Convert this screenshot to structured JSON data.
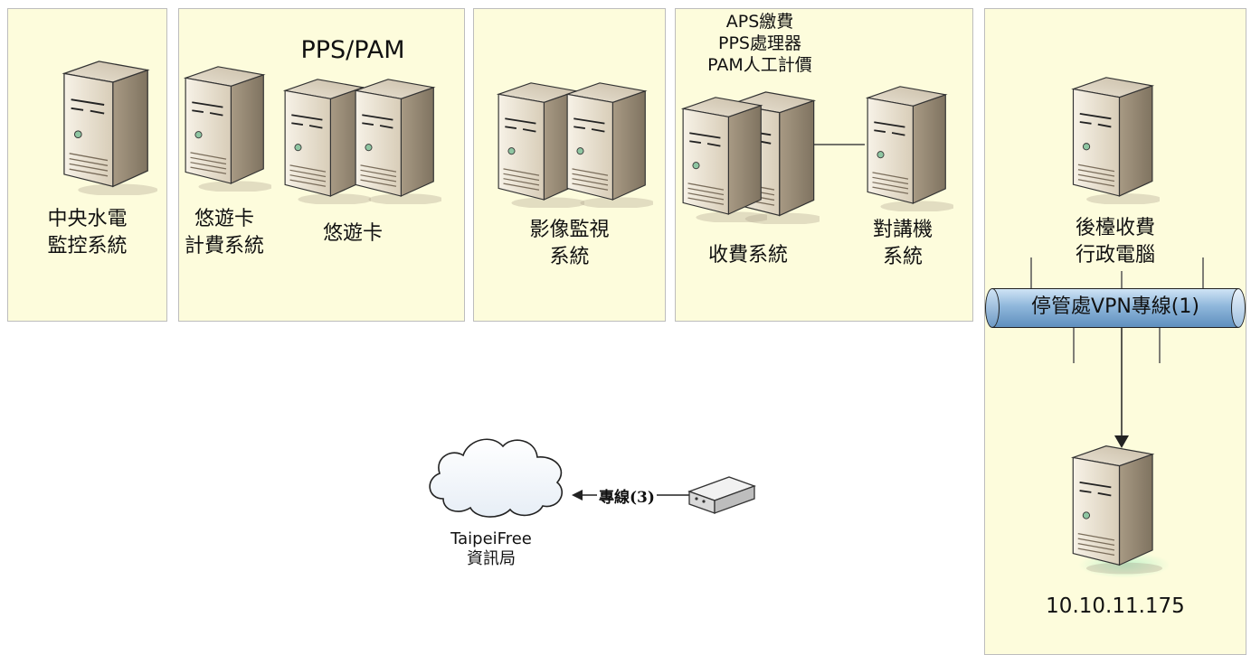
{
  "panels": {
    "p1": {
      "labels": [
        "中央水電\n監控系統"
      ]
    },
    "p2": {
      "title": "PPS/PAM",
      "left_label": "悠遊卡\n計費系統",
      "right_label": "悠遊卡"
    },
    "p3": {
      "label": "影像監視\n系統"
    },
    "p4": {
      "top_label": "APS繳費\nPPS處理器\nPAM人工計價",
      "left_label": "收費系統",
      "right_label": "對講機\n系統"
    },
    "p5": {
      "label": "後檯收費\n行政電腦",
      "ip": "10.10.11.175"
    }
  },
  "vpn": {
    "label": "停管處VPN專線(1)"
  },
  "cloud": {
    "label": "TaipeiFree\n資訊局"
  },
  "link": {
    "label": "專線(3)"
  },
  "icons": [
    "server-icon",
    "cloud-icon",
    "router-icon"
  ]
}
